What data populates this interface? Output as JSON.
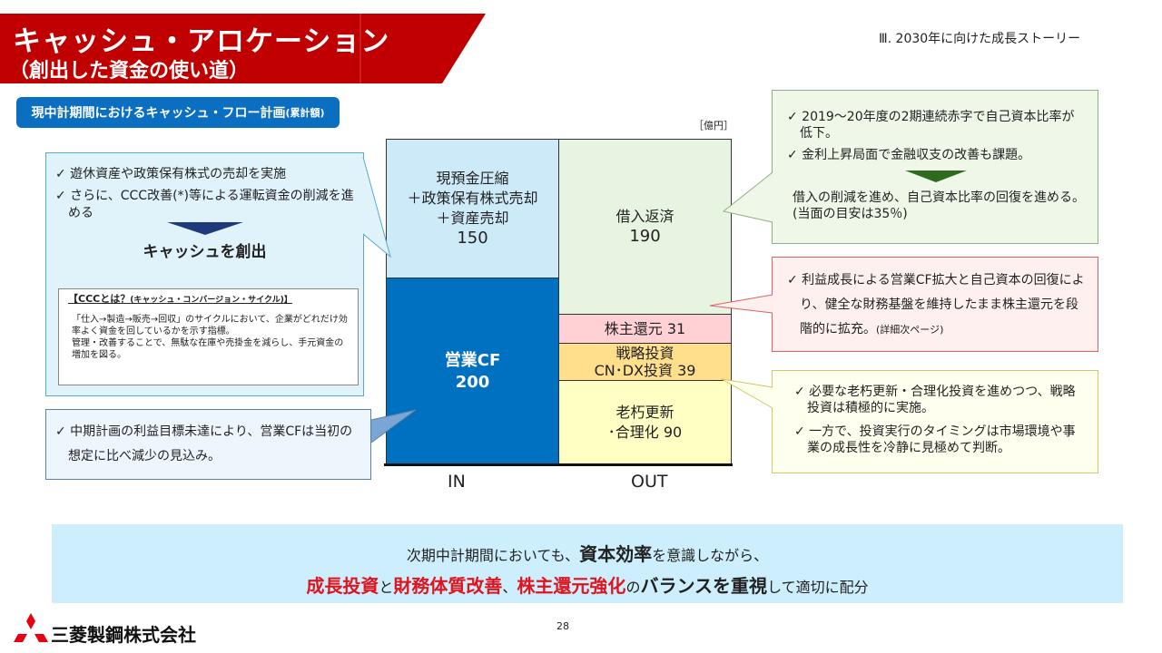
{
  "header": {
    "title": "キャッシュ・アロケーション",
    "subtitle": "（創出した資金の使い道）",
    "section": "Ⅲ. 2030年に向けた成長ストーリー",
    "pill": "現中計期間におけるキャッシュ・フロー計画",
    "pill_suffix": "(累計額)",
    "unit": "［億円］"
  },
  "chart": {
    "in_label": "IN",
    "out_label": "OUT",
    "in": [
      {
        "lines": [
          "現預金圧縮",
          "＋政策保有株式売却",
          "＋資産売却"
        ],
        "value": "150"
      },
      {
        "lines": [
          "営業CF"
        ],
        "value": "200"
      }
    ],
    "out": [
      {
        "lines": [
          "借入返済"
        ],
        "value": "190"
      },
      {
        "label": "株主還元 31"
      },
      {
        "lines": [
          "戦略投資"
        ],
        "label": "CN･DX投資 39"
      },
      {
        "lines": [
          "老朽更新"
        ],
        "label": "･合理化 90"
      }
    ]
  },
  "left_callout": {
    "items": [
      "✓ 遊休資産や政策保有株式の売却を実施",
      "✓ さらに、CCC改善(*)等による運転資金の削減を進める"
    ],
    "result": "キャッシュを創出",
    "ccc_title": "【CCCとは？",
    "ccc_title_small": "(キャッシュ・コンバージョン・サイクル)】",
    "ccc_body": [
      "「仕入→製造→販売→回収」のサイクルにおいて、企業がどれだけ効率よく資金を回しているかを示す指標。",
      "管理・改善することで、無駄な在庫や売掛金を減らし、手元資金の増加を図る。"
    ]
  },
  "left_callout2": {
    "text": "✓ 中期計画の利益目標未達により、営業CFは当初の想定に比べ減少の見込み。"
  },
  "right_green": {
    "items": [
      "✓ 2019～20年度の2期連続赤字で自己資本比率が低下。",
      "✓ 金利上昇局面で金融収支の改善も課題。"
    ],
    "result": "借入の削減を進め、自己資本比率の回復を進める。(当面の目安は35％)"
  },
  "right_pink": {
    "text": "✓ 利益成長による営業CF拡大と自己資本の回復により、健全な財務基盤を維持したまま株主還元を段階的に拡充。",
    "note": "(詳細次ページ)"
  },
  "right_yellow": {
    "items": [
      "✓ 必要な老朽更新・合理化投資を進めつつ、戦略投資は積極的に実施。",
      "✓ 一方で、投資実行のタイミングは市場環境や事業の成長性を冷静に見極めて判断。"
    ]
  },
  "bottom": {
    "l1a": "次期中計期間においても、",
    "l1b": "資本効率",
    "l1c": "を意識しながら、",
    "l2a": "成長投資",
    "l2b": "と",
    "l2c": "財務体質改善",
    "l2d": "、",
    "l2e": "株主還元強化",
    "l2f": "の",
    "l2g": "バランスを重視",
    "l2h": "して適切に配分"
  },
  "footer": {
    "company": "三菱製鋼株式会社",
    "page": "28"
  }
}
